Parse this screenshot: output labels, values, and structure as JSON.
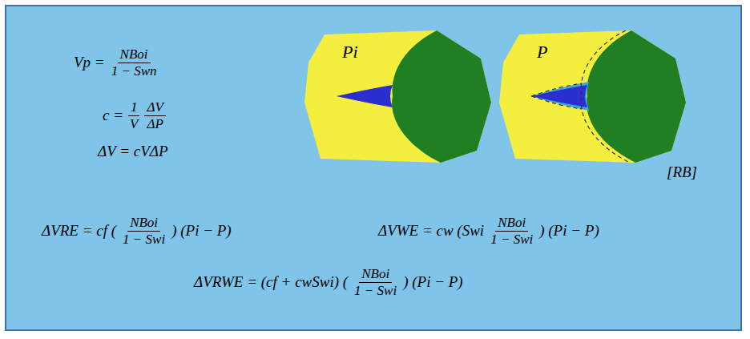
{
  "diagram": {
    "nodes": [
      {
        "text": [
          "Pi"
        ]
      },
      {
        "text": [
          "P"
        ]
      }
    ],
    "labels": [
      "Vp =",
      "NBoi",
      "1 − Swn",
      "c =",
      "1",
      "V",
      "ΔV",
      "ΔP",
      "ΔV = cVΔP",
      "[RB]",
      "ΔVRE = cf (",
      "NBoi",
      "1 − Swi",
      ") (Pi − P)",
      "ΔVWE = cw (Swi",
      "NBoi",
      "1 − Swi",
      ") (Pi − P)",
      "ΔVRWE = (cf + cwSwi) (",
      "NBoi",
      "1 − Swi",
      ") (Pi − P)"
    ]
  }
}
